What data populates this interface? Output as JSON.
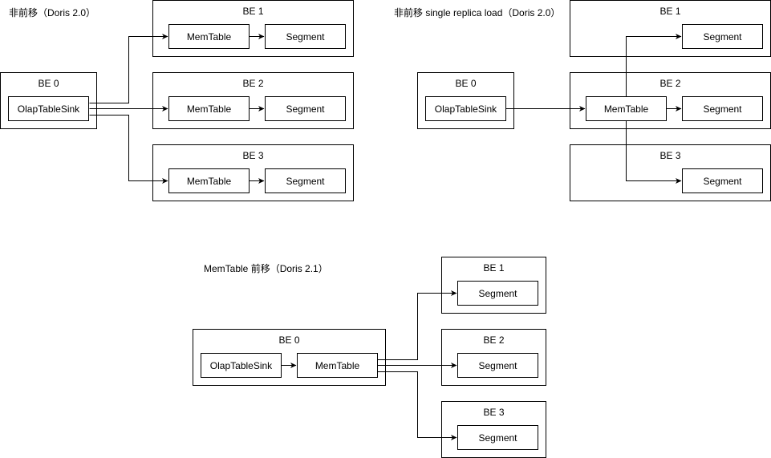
{
  "panel1": {
    "title": "非前移（Doris 2.0）",
    "be0": {
      "label": "BE 0",
      "sink": "OlapTableSink"
    },
    "be1": {
      "label": "BE 1",
      "memtable": "MemTable",
      "segment": "Segment"
    },
    "be2": {
      "label": "BE 2",
      "memtable": "MemTable",
      "segment": "Segment"
    },
    "be3": {
      "label": "BE 3",
      "memtable": "MemTable",
      "segment": "Segment"
    }
  },
  "panel2": {
    "title": "非前移 single replica load（Doris 2.0）",
    "be0": {
      "label": "BE 0",
      "sink": "OlapTableSink"
    },
    "be1": {
      "label": "BE 1",
      "segment": "Segment"
    },
    "be2": {
      "label": "BE 2",
      "memtable": "MemTable",
      "segment": "Segment"
    },
    "be3": {
      "label": "BE 3",
      "segment": "Segment"
    }
  },
  "panel3": {
    "title": "MemTable 前移（Doris 2.1）",
    "be0": {
      "label": "BE 0",
      "sink": "OlapTableSink",
      "memtable": "MemTable"
    },
    "be1": {
      "label": "BE 1",
      "segment": "Segment"
    },
    "be2": {
      "label": "BE 2",
      "segment": "Segment"
    },
    "be3": {
      "label": "BE 3",
      "segment": "Segment"
    }
  },
  "colors": {
    "stroke": "#000000",
    "fill": "#ffffff",
    "text": "#000000"
  }
}
